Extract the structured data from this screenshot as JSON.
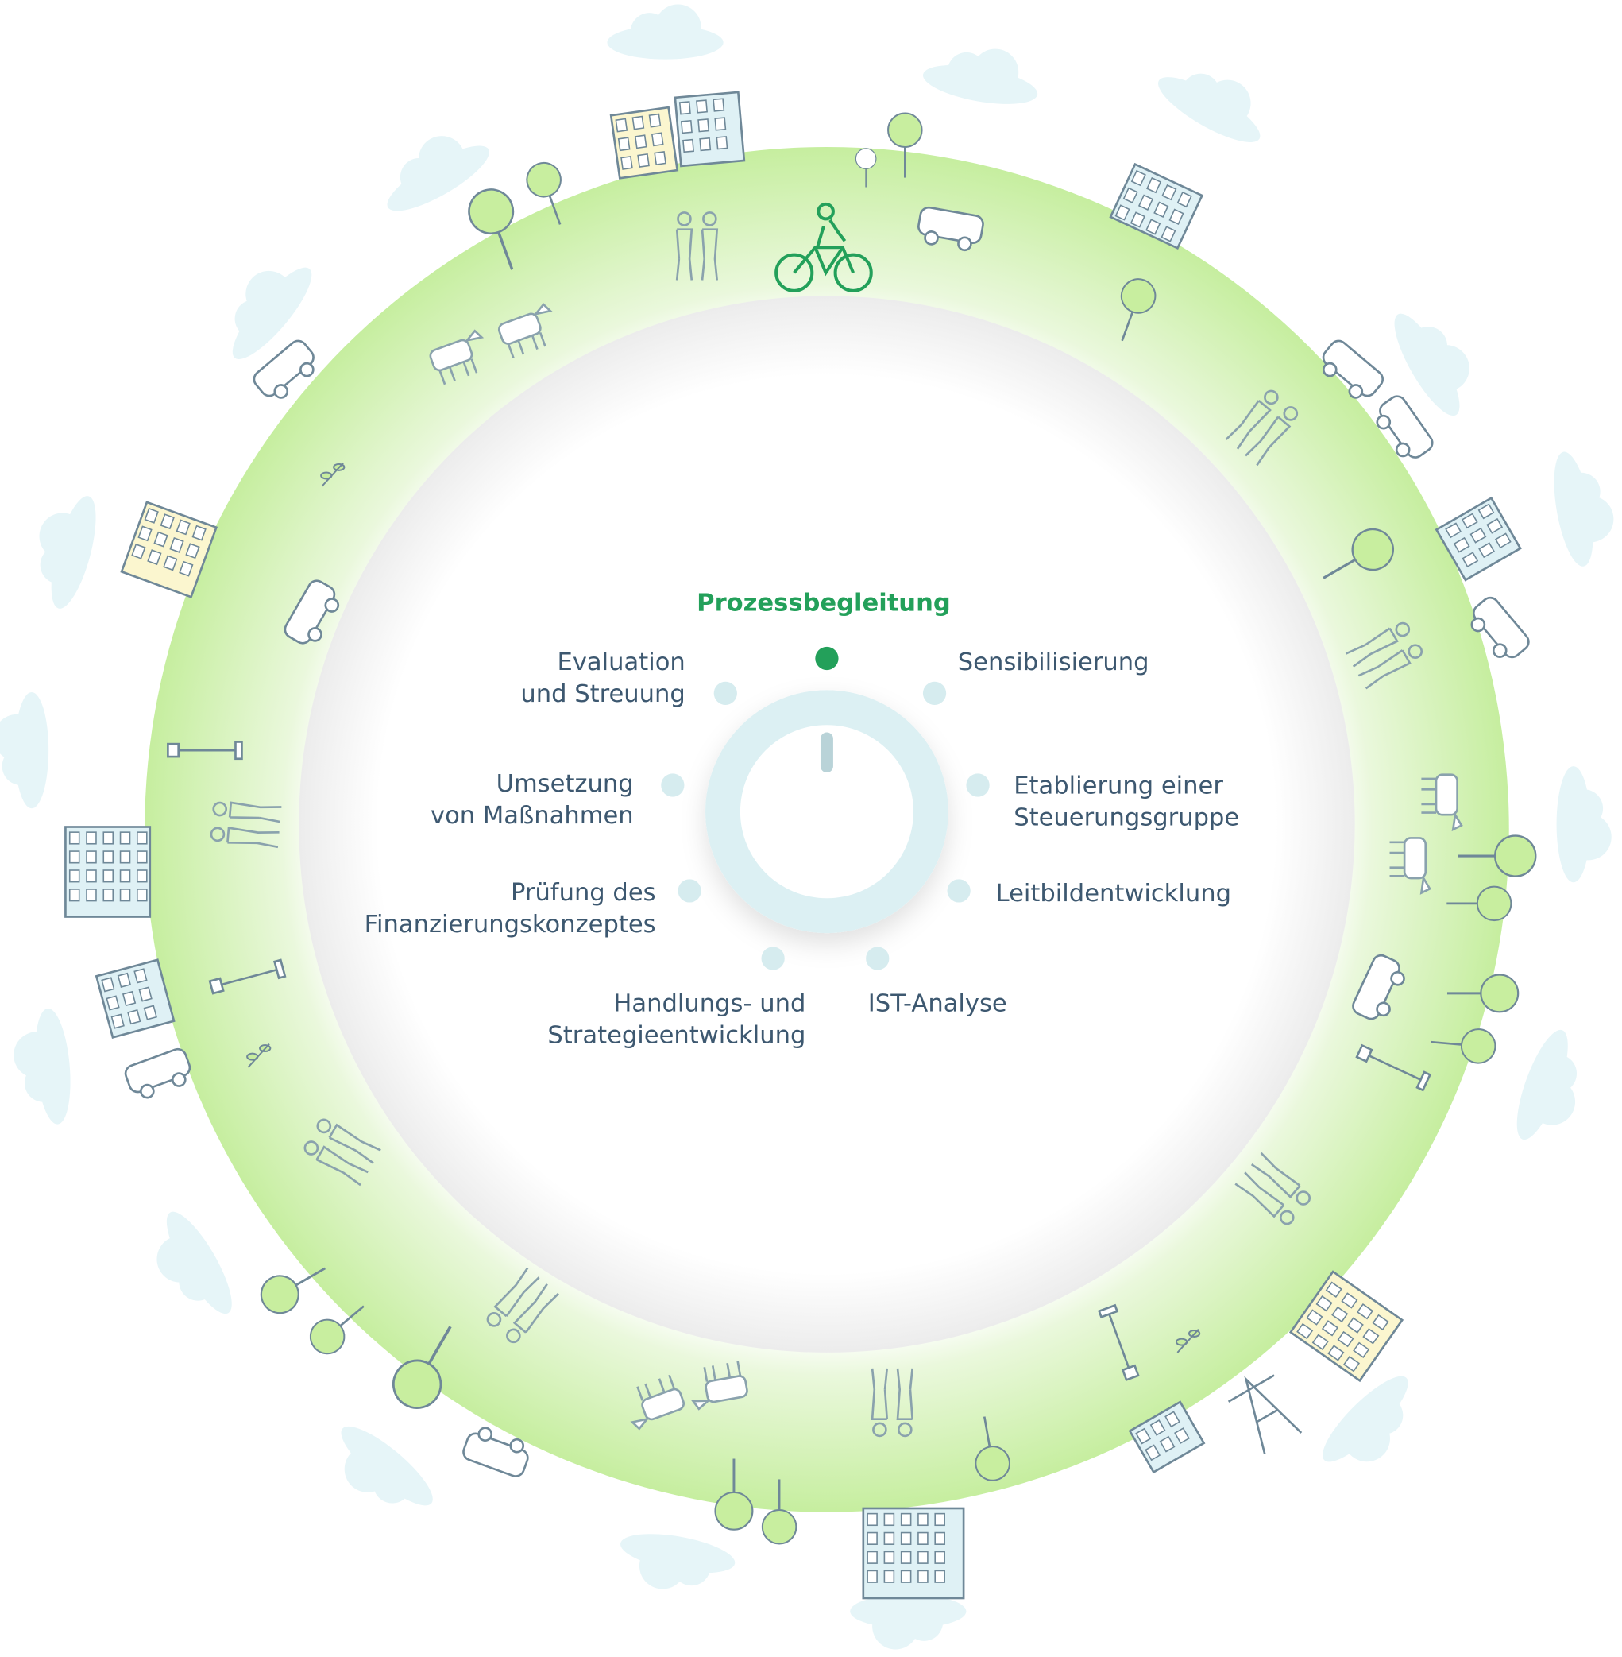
{
  "steps": [
    {
      "id": "prozessbegleitung",
      "lines": [
        "Prozessbegleitung"
      ],
      "active": true
    },
    {
      "id": "sensibilisierung",
      "lines": [
        "Sensibilisierung"
      ],
      "active": false
    },
    {
      "id": "steuerungsgruppe",
      "lines": [
        "Etablierung einer",
        "Steuerungsgruppe"
      ],
      "active": false
    },
    {
      "id": "leitbild",
      "lines": [
        "Leitbildentwicklung"
      ],
      "active": false
    },
    {
      "id": "ist-analyse",
      "lines": [
        "IST-Analyse"
      ],
      "active": false
    },
    {
      "id": "strategie",
      "lines": [
        "Handlungs- und",
        "Strategieentwicklung"
      ],
      "active": false
    },
    {
      "id": "finanzierung",
      "lines": [
        "Prüfung des",
        "Finanzierungskonzeptes"
      ],
      "active": false
    },
    {
      "id": "umsetzung",
      "lines": [
        "Umsetzung",
        "von Maßnahmen"
      ],
      "active": false
    },
    {
      "id": "evaluation",
      "lines": [
        "Evaluation",
        "und Streuung"
      ],
      "active": false
    }
  ],
  "colors": {
    "active": "#23a05a",
    "inactive_dot": "#d6ecef",
    "ring_green": "#c9efa6",
    "text": "#3d5870",
    "icon_stroke": "#6f8898",
    "cloud": "#e6f5f8"
  }
}
